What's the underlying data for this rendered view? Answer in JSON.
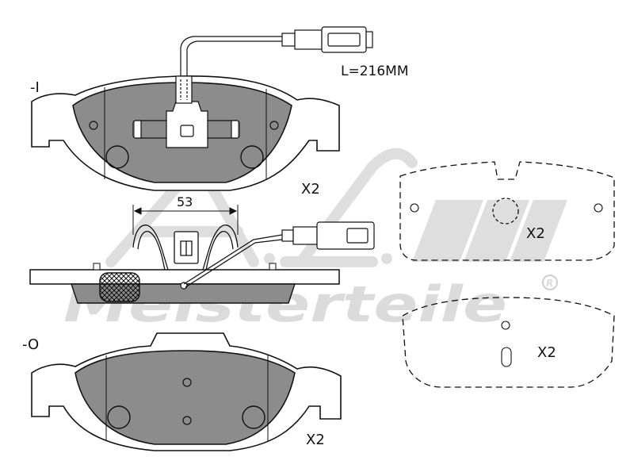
{
  "labels": {
    "cable_length": "L=216MM",
    "inner_marker": "-I",
    "outer_marker": "-O",
    "dimension": "53",
    "qty_inner": "X2",
    "qty_outer": "X2",
    "qty_rear_top": "X2",
    "qty_rear_bottom": "X2"
  },
  "watermark": {
    "logo": "A.L.",
    "brand": "Meisterteile",
    "registered": "R"
  },
  "colors": {
    "pad_fill": "#8c8c8c",
    "outline": "#111111",
    "watermark": "#cfcfcf"
  }
}
